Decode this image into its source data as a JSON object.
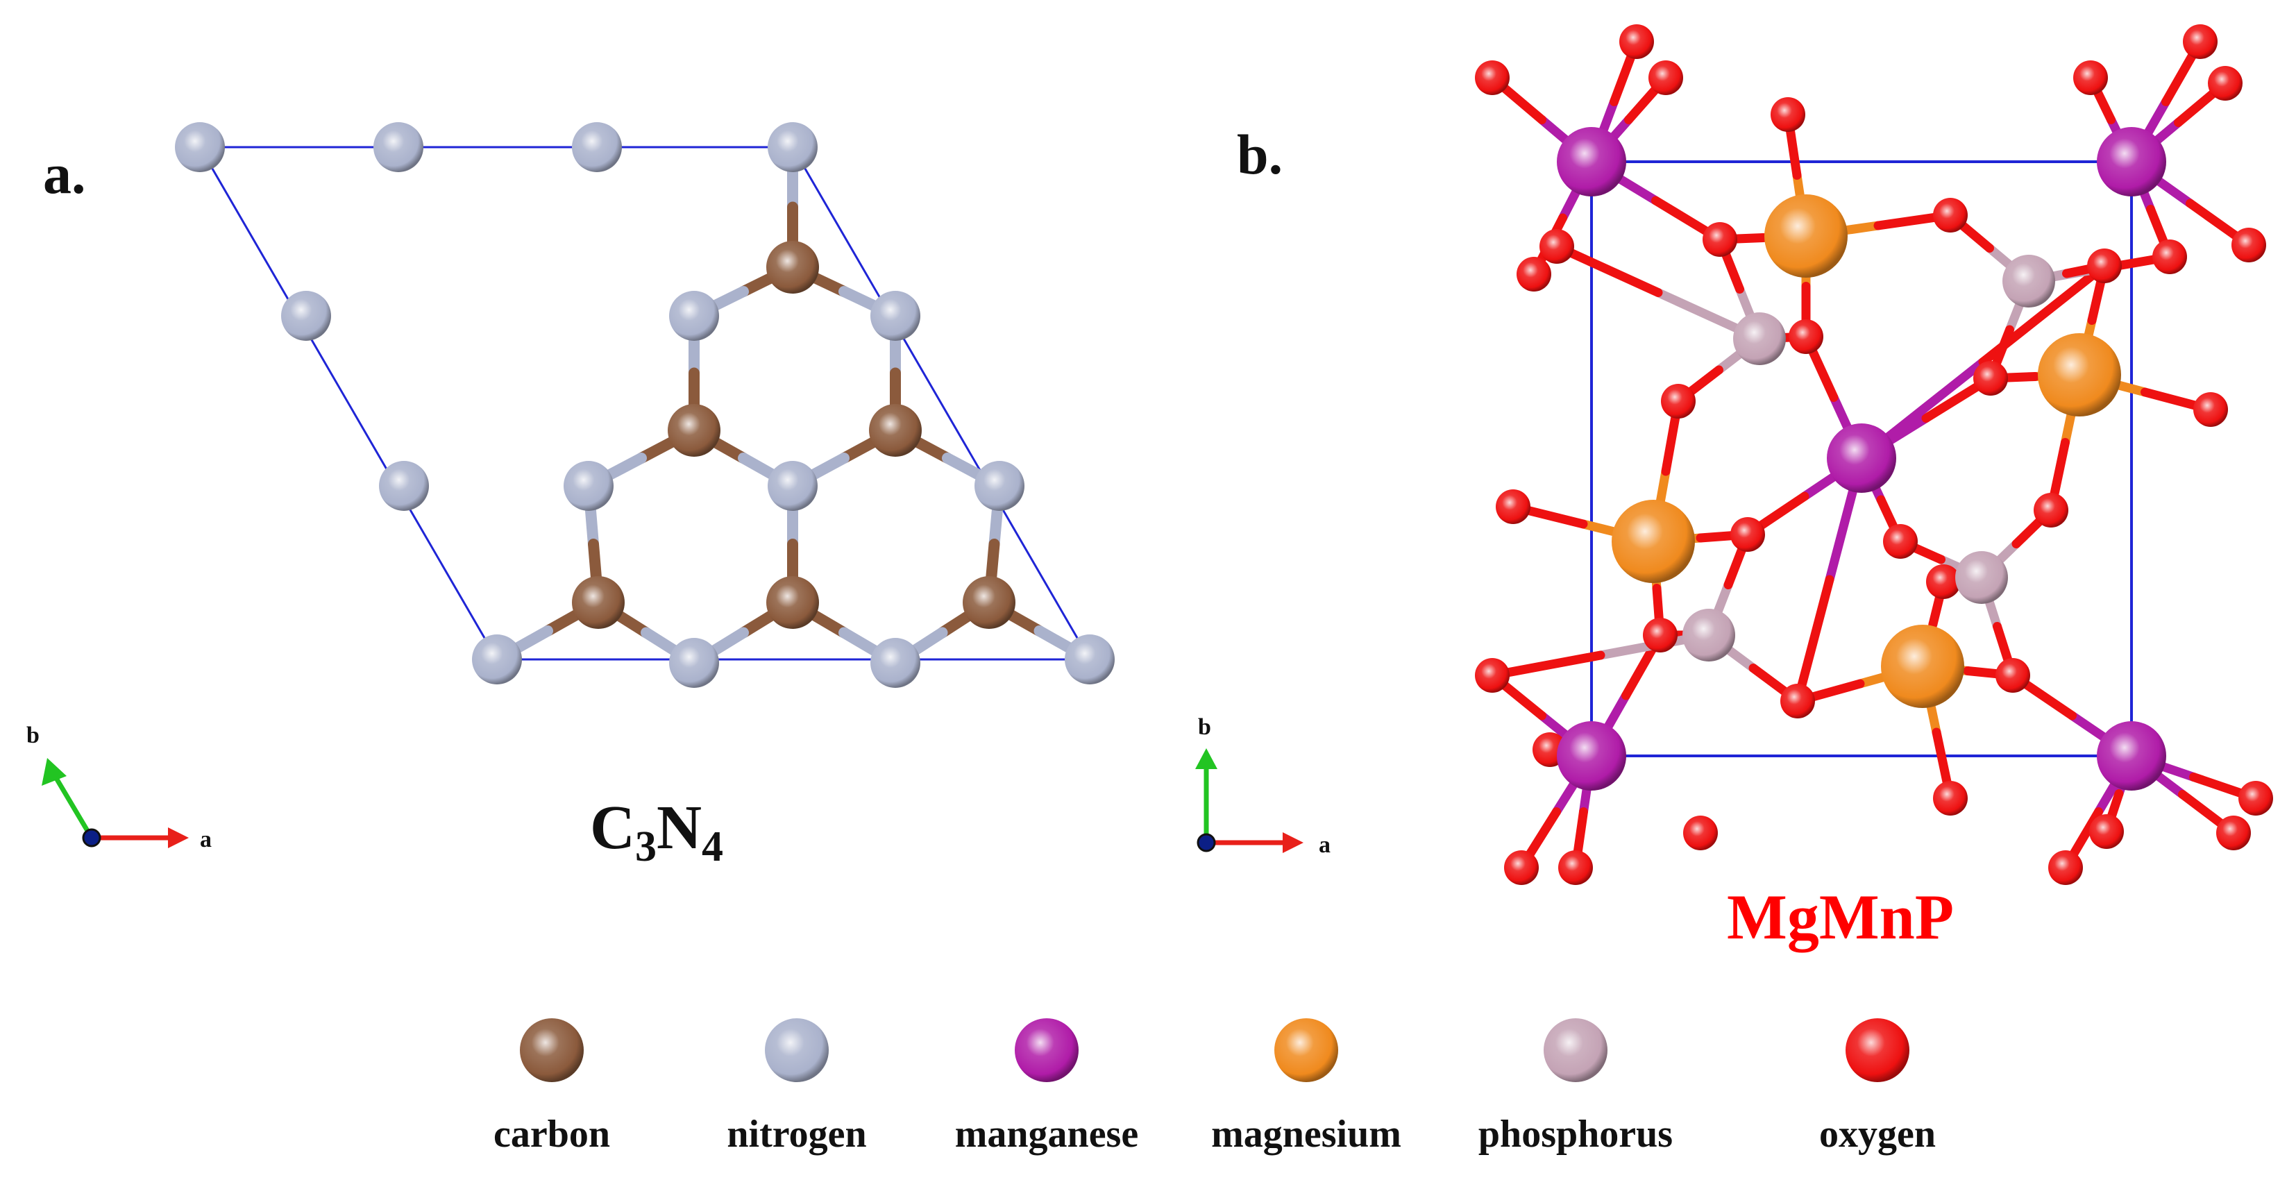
{
  "panels": {
    "a": {
      "label": "a.",
      "formula": {
        "main1": "C",
        "sub1": "3",
        "main2": "N",
        "sub2": "4"
      },
      "axes": {
        "a": "a",
        "b": "b"
      }
    },
    "b": {
      "label": "b.",
      "formula": "MgMnP",
      "axes": {
        "a": "a",
        "b": "b"
      }
    }
  },
  "colors": {
    "cell": "#1f25d6",
    "carbon": "#8b5a3c",
    "nitrogen": "#aab2cc",
    "manganese": "#b01ca8",
    "magnesium": "#f08a1e",
    "phosphorus": "#c4a3b5",
    "oxygen": "#ee1111",
    "axis_a": "#e8201a",
    "axis_b": "#22c422",
    "formula_b": "#ff0000"
  },
  "legend": [
    {
      "element": "carbon",
      "label": "carbon",
      "color": "#8b5a3c"
    },
    {
      "element": "nitrogen",
      "label": "nitrogen",
      "color": "#aab2cc"
    },
    {
      "element": "manganese",
      "label": "manganese",
      "color": "#b01ca8"
    },
    {
      "element": "magnesium",
      "label": "magnesium",
      "color": "#f08a1e"
    },
    {
      "element": "phosphorus",
      "label": "phosphorus",
      "color": "#c4a3b5"
    },
    {
      "element": "oxygen",
      "label": "oxygen",
      "color": "#ee1111"
    }
  ]
}
